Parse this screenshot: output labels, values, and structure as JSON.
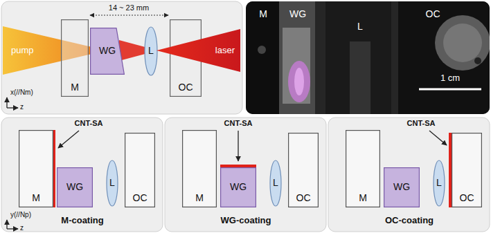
{
  "diagram": {
    "nodes": [
      {
        "text": [
          "pump"
        ]
      },
      {
        "text": [
          "M"
        ]
      },
      {
        "text": [
          "WG"
        ]
      },
      {
        "text": [
          "L"
        ]
      },
      {
        "text": [
          "OC"
        ]
      },
      {
        "text": [
          "laser"
        ]
      },
      {
        "text": [
          "M"
        ]
      },
      {
        "text": [
          "WG"
        ]
      },
      {
        "text": [
          "L"
        ]
      },
      {
        "text": [
          "OC"
        ]
      },
      {
        "text": [
          "M"
        ]
      },
      {
        "text": [
          "WG"
        ]
      },
      {
        "text": [
          "L"
        ]
      },
      {
        "text": [
          "OC"
        ]
      },
      {
        "text": [
          "M"
        ]
      },
      {
        "text": [
          "WG"
        ]
      },
      {
        "text": [
          "L"
        ]
      },
      {
        "text": [
          "OC"
        ]
      }
    ],
    "labels": [
      "14 ~ 23 mm",
      "x(//Nm)",
      "z",
      "M",
      "WG",
      "L",
      "OC",
      "1 cm",
      "CNT-SA",
      "M-coating",
      "y(//Np)",
      "z",
      "CNT-SA",
      "WG-coating",
      "CNT-SA",
      "OC-coating"
    ]
  }
}
